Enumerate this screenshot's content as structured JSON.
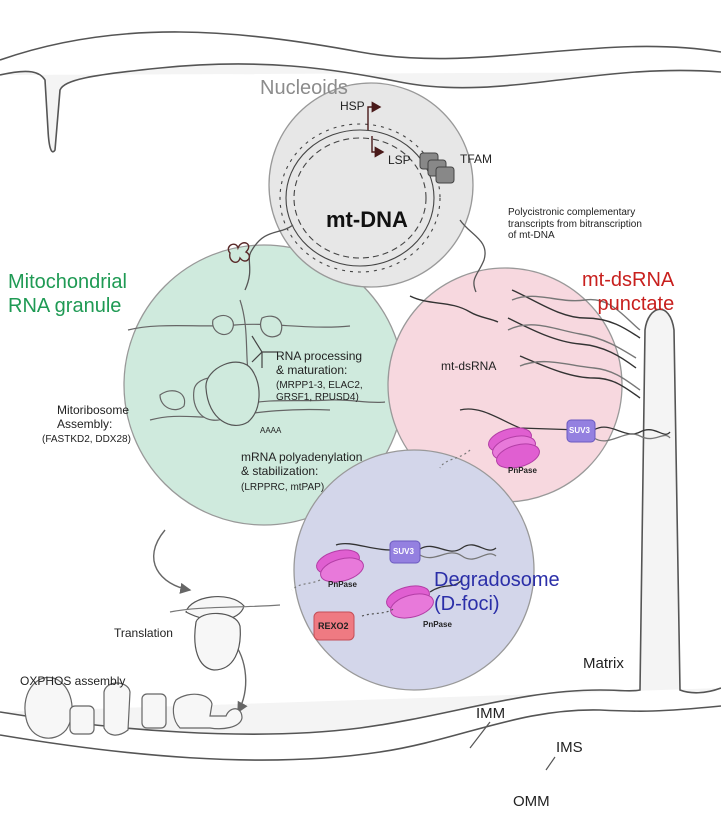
{
  "colors": {
    "granule": "#cfeadd",
    "nucleoid": "#e7e7e7",
    "dsrna": "#f7d8df",
    "degradosome": "#d3d6ea",
    "granule_text": "#1f9a54",
    "dsrna_text": "#c8201e",
    "degradosome_text": "#2b2fa8",
    "nucleoid_text": "#8c8c8c",
    "pnpase": "#e05fd1",
    "suv3": "#9480e0",
    "rexo2": "#ef7a82"
  },
  "regions": {
    "nucleoids": "Nucleoids",
    "granule": "Mitochondrial\nRNA granule",
    "dsrna": "mt-dsRNA\npunctate",
    "degradosome": "Degradosome\n(D-foci)"
  },
  "nucleoid": {
    "center": "mt-DNA",
    "hsp": "HSP",
    "lsp": "LSP",
    "tfam": "TFAM"
  },
  "transcripts_note": "Polycistronic complementary\ntranscripts from bitranscription\nof mt-DNA",
  "granule_labels": {
    "processing_title": "RNA processing\n& maturation:",
    "processing_genes": "(MRPP1-3, ELAC2,\nGRSF1, RPUSD4)",
    "mitoribosome_title": "Mitoribosome\nAssembly:",
    "mitoribosome_genes": "(FASTKD2, DDX28)",
    "polya_title": "mRNA polyadenylation\n& stabilization:",
    "polya_genes": "(LRPPRC, mtPAP)",
    "polya_tail": "AAAA"
  },
  "dsrna_labels": {
    "mt_dsrna": "mt-dsRNA",
    "suv3": "SUV3",
    "pnpase": "PnPase"
  },
  "degradosome_labels": {
    "suv3": "SUV3",
    "pnpase_1": "PnPase",
    "pnpase_2": "PnPase",
    "rexo2": "REXO2"
  },
  "process_labels": {
    "translation": "Translation",
    "oxphos": "OXPHOS assembly"
  },
  "membrane_labels": {
    "matrix": "Matrix",
    "imm": "IMM",
    "ims": "IMS",
    "omm": "OMM"
  }
}
